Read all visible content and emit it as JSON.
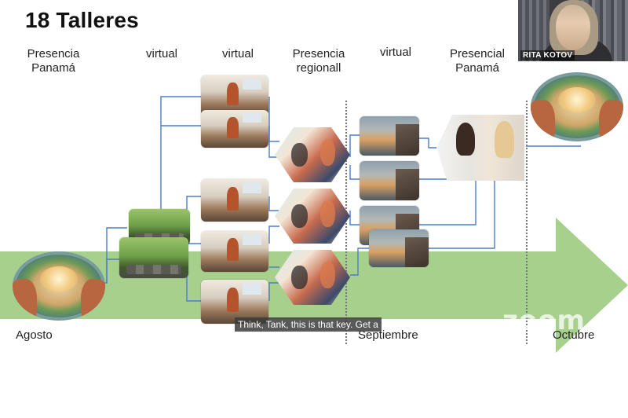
{
  "slide": {
    "title": "18 Talleres",
    "headers": {
      "presencia_panama": "Presencia\nPanamá",
      "virtual_1": "virtual",
      "virtual_2": "virtual",
      "presencia_regional": "Presencia\nregionall",
      "virtual_3": "virtual",
      "presencial_panama": "Presencial\nPanamá"
    },
    "months": {
      "start": "Agosto",
      "middle": "Septiembre",
      "end": "Octubre"
    }
  },
  "meeting": {
    "participant_name": "RITA KOTOV",
    "watermark": "zoom",
    "caption": "Think, Tank, this is that key. Get a"
  },
  "colors": {
    "band": "#a7d08c",
    "connector": "#4a7ec9",
    "divider": "#777777"
  },
  "icons": {
    "crystal_ball": "crystal-ball-image",
    "plants": "plant-growth-image",
    "meeting": "presenter-meeting-image",
    "workshop": "workshop-group-image",
    "sea": "sea-coast-image",
    "conversation": "women-conversation-image"
  }
}
